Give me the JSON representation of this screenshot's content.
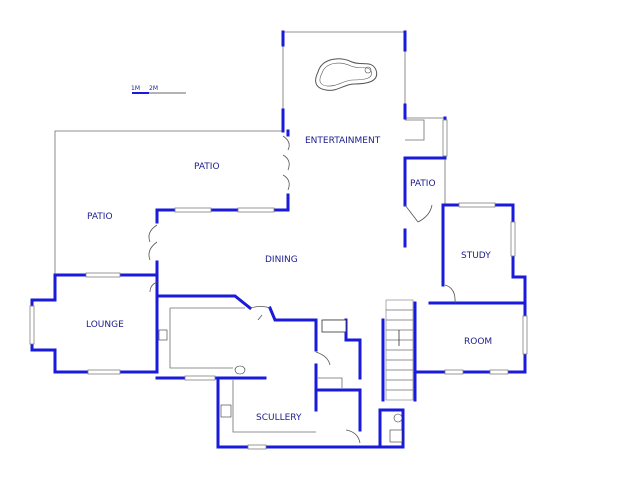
{
  "rooms": {
    "entertainment": "ENTERTAINMENT",
    "patio_top": "PATIO",
    "patio_left": "PATIO",
    "patio_right": "PATIO",
    "dining": "DINING",
    "study": "STUDY",
    "lounge": "LOUNGE",
    "room": "ROOM",
    "scullery": "SCULLERY"
  },
  "scale": {
    "label_1": "1M",
    "label_2": "2M"
  },
  "colors": {
    "wall": "#1a1adb",
    "label": "#1c1c8c",
    "outline": "#6e6e6e"
  }
}
